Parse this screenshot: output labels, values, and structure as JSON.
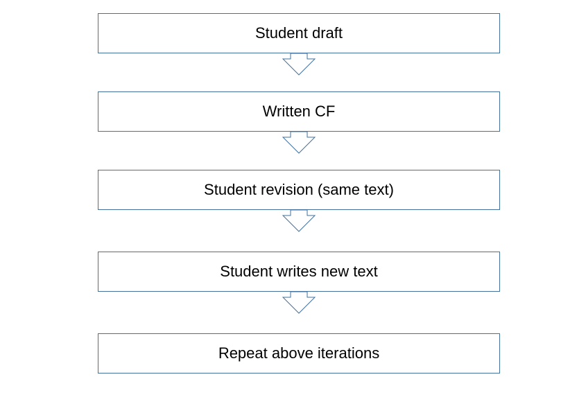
{
  "diagram": {
    "steps": [
      {
        "label": "Student draft"
      },
      {
        "label": "Written CF"
      },
      {
        "label": "Student revision (same text)"
      },
      {
        "label": "Student writes new text"
      },
      {
        "label": "Repeat above iterations"
      }
    ],
    "colors": {
      "border": "#41719c",
      "text": "#000000",
      "background": "#ffffff"
    },
    "arrow_icon": "down-arrow-icon"
  }
}
